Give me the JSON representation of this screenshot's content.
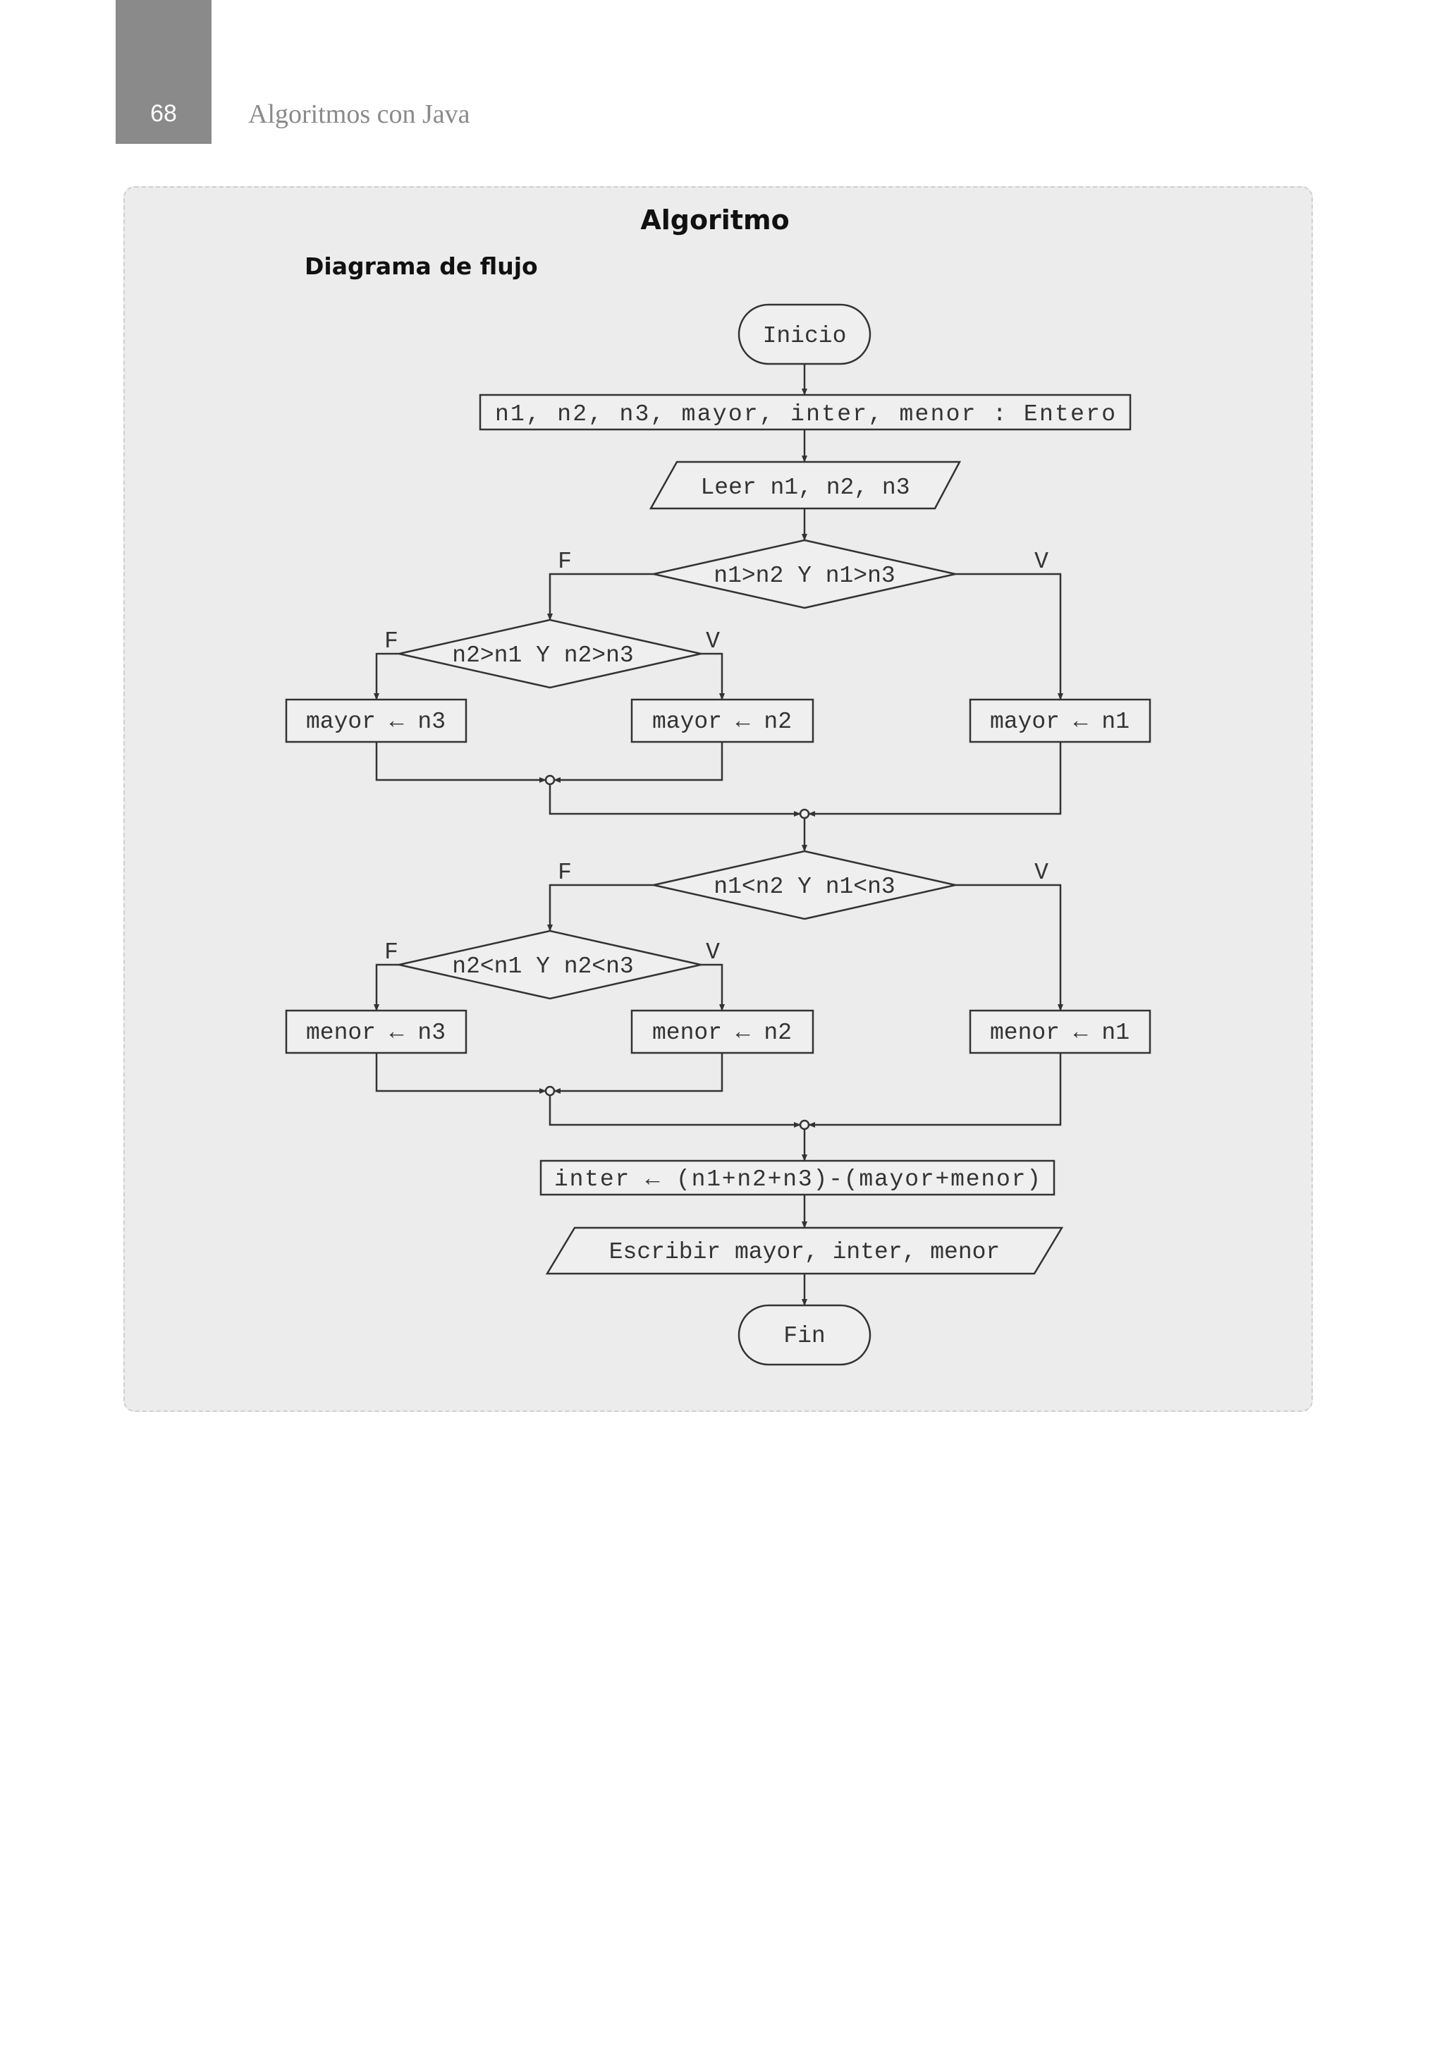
{
  "header": {
    "page_number": "68",
    "running_title": "Algoritmos con Java"
  },
  "panel": {
    "title": "Algoritmo",
    "subtitle": "Diagrama de flujo"
  },
  "flowchart": {
    "start": "Inicio",
    "declaration": "n1, n2, n3, mayor, inter, menor : Entero",
    "input": "Leer n1, n2, n3",
    "decision1": "n1>n2 Y n1>n3",
    "decision2": "n2>n1 Y n2>n3",
    "assign_mayor_n3": "mayor ← n3",
    "assign_mayor_n2": "mayor ← n2",
    "assign_mayor_n1": "mayor ← n1",
    "decision3": "n1<n2 Y n1<n3",
    "decision4": "n2<n1 Y n2<n3",
    "assign_menor_n3": "menor ← n3",
    "assign_menor_n2": "menor ← n2",
    "assign_menor_n1": "menor ← n1",
    "assign_inter": "inter ← (n1+n2+n3)-(mayor+menor)",
    "output": "Escribir mayor, inter, menor",
    "end": "Fin",
    "false_label": "F",
    "true_label": "V"
  }
}
